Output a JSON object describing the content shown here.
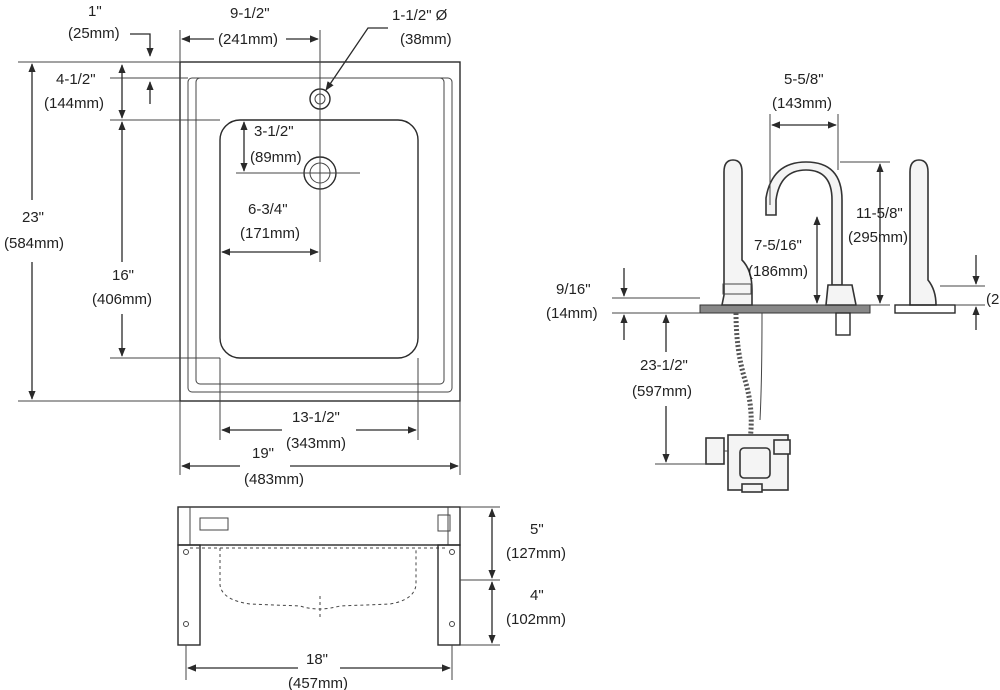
{
  "top_view": {
    "d_hole_offset": [
      "1\"",
      "(25mm)"
    ],
    "d_hole_to_center": [
      "9-1/2\"",
      "(241mm)"
    ],
    "d_hole_dia": [
      "1-1/2\" Ø",
      "(38mm)"
    ],
    "d_back_to_hole": [
      "4-1/2\"",
      "(144mm)"
    ],
    "d_overall_depth": [
      "23\"",
      "(584mm)"
    ],
    "d_drain_from_bowl": [
      "3-1/2\"",
      "(89mm)"
    ],
    "d_drain_to_side": [
      "6-3/4\"",
      "(171mm)"
    ],
    "d_bowl_depth": [
      "16\"",
      "(406mm)"
    ],
    "d_bowl_width": [
      "13-1/2\"",
      "(343mm)"
    ],
    "d_overall_width": [
      "19\"",
      "(483mm)"
    ]
  },
  "front_view": {
    "d_apron_height": [
      "5\"",
      "(127mm)"
    ],
    "d_bowl_below": [
      "4\"",
      "(102mm)"
    ],
    "d_leg_span": [
      "18\"",
      "(457mm)"
    ]
  },
  "faucet_view": {
    "d_spout_reach": [
      "5-5/8\"",
      "(143mm)"
    ],
    "d_spout_height": [
      "11-5/8\"",
      "(295mm)"
    ],
    "d_spout_clearance": [
      "7-5/16\"",
      "(186mm)"
    ],
    "d_deck_thickness": [
      "9/16\"",
      "(14mm)"
    ],
    "d_valve_drop": [
      "23-1/2\"",
      "(597mm)"
    ],
    "d_cutoff_right": "(2"
  },
  "colors": {
    "line": "#2a2a2a",
    "background": "#ffffff"
  }
}
